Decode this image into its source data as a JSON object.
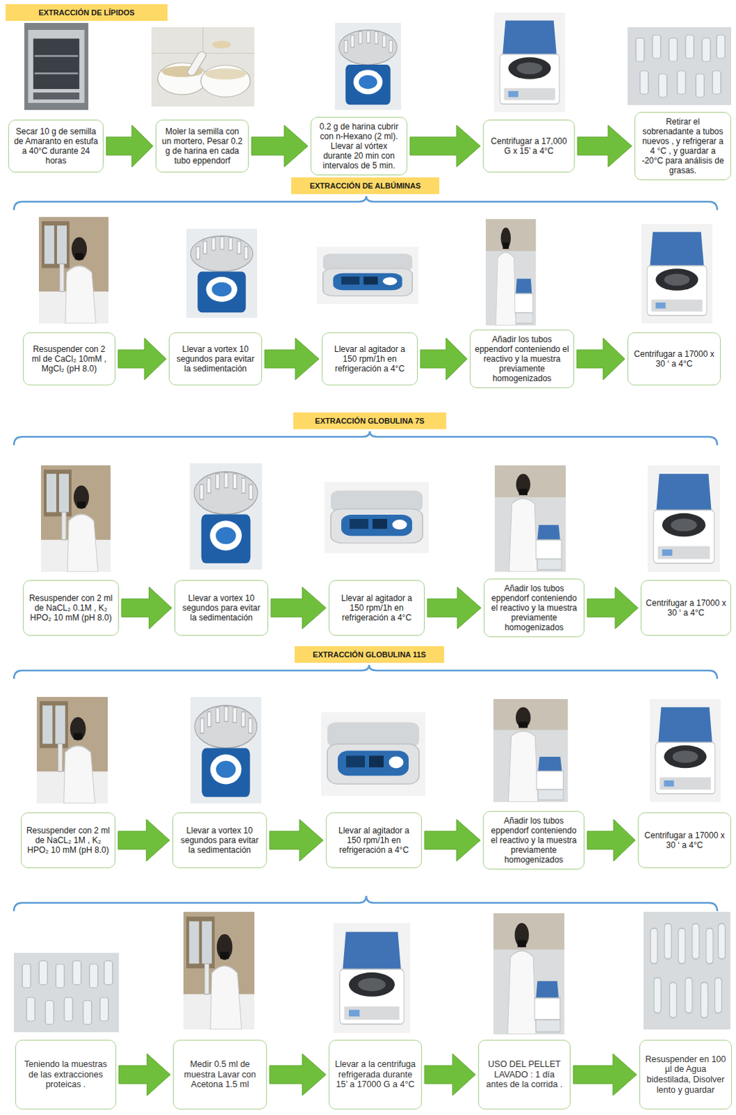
{
  "diagram": {
    "nodes": [
      {
        "text": [
          "EXTRACCIÓN DE LÍPIDOS"
        ]
      },
      {
        "text": [
          "Secar 10 g de semilla de Amaranto en estufa a 40°C durante 24 horas"
        ]
      },
      {
        "text": [
          "Moler la semilla con un mortero, Pesar 0.2 g de harina en cada tubo eppendorf"
        ]
      },
      {
        "text": [
          "0.2 g de harina cubrir con n-Hexano (2 ml). Llevar al vórtex durante 20 min con intervalos de 5 min."
        ]
      },
      {
        "text": [
          "Centrifugar a 17,000 G x 15’ a 4°C"
        ]
      },
      {
        "text": [
          "Retirar el sobrenadante a tubos nuevos , y refrigerar a 4 °C , y guardar a -20°C para análisis de grasas."
        ]
      },
      {
        "text": [
          "EXTRACCIÓN DE ALBÚMINAS"
        ]
      },
      {
        "text": [
          "Resuspender con 2 ml de CaCl₂ 10mM , MgCl₂ (pH 8.0)"
        ]
      },
      {
        "text": [
          "Llevar a vortex 10 segundos para evitar la sedimentación"
        ]
      },
      {
        "text": [
          "Llevar al agitador a 150 rpm/1h en refrigeración a 4°C"
        ]
      },
      {
        "text": [
          "Añadir los tubos eppendorf conteniendo el reactivo y la muestra previamente homogenizados"
        ]
      },
      {
        "text": [
          "Centrifugar a 17000 x 30 ‘ a 4°C"
        ]
      },
      {
        "text": [
          "EXTRACCIÓN GLOBULINA 7S"
        ]
      },
      {
        "text": [
          "Resuspender con 2 ml de NaCL₂ 0.1M , K₂ HPO₂ 10 mM (pH 8.0)"
        ]
      },
      {
        "text": [
          "Llevar a vortex 10 segundos para evitar la sedimentación"
        ]
      },
      {
        "text": [
          "Llevar al agitador a 150 rpm/1h en refrigeración a 4°C"
        ]
      },
      {
        "text": [
          "Añadir los tubos eppendorf conteniendo el reactivo y la muestra previamente homogenizados"
        ]
      },
      {
        "text": [
          "Centrifugar a 17000 x 30 ‘ a 4°C"
        ]
      },
      {
        "text": [
          "EXTRACCIÓN GLOBULINA 11S"
        ]
      },
      {
        "text": [
          "Resuspender con 2 ml de NaCL₂ 1M , K₂ HPO₂ 10 mM (pH 8.0)"
        ]
      },
      {
        "text": [
          "Llevar a vortex 10 segundos para evitar la sedimentación"
        ]
      },
      {
        "text": [
          "Llevar al agitador a 150 rpm/1h en refrigeración a 4°C"
        ]
      },
      {
        "text": [
          "Añadir los tubos eppendorf conteniendo el reactivo y la muestra previamente homogenizados"
        ]
      },
      {
        "text": [
          "Centrifugar a 17000 x 30 ‘ a 4°C"
        ]
      },
      {
        "text": [
          "Teniendo la muestras de las extracciones proteicas ."
        ]
      },
      {
        "text": [
          "Medir 0.5 ml de muestra Lavar con Acetona 1.5 ml"
        ]
      },
      {
        "text": [
          "Llevar a la centrifuga refrigerada durante 15’ a 17000 G a 4°C"
        ]
      },
      {
        "text": [
          "USO DEL PELLET LAVADO : 1 día antes de la corrida ."
        ]
      },
      {
        "text": [
          "Resuspender en 100 µl de Agua bidestilada, Disolver lento y guardar"
        ]
      }
    ],
    "edges": [
      {
        "from": 1,
        "to": 2,
        "arrow": "to"
      },
      {
        "from": 2,
        "to": 3,
        "arrow": "to"
      },
      {
        "from": 3,
        "to": 4,
        "arrow": "to"
      },
      {
        "from": 4,
        "to": 5,
        "arrow": "to"
      },
      {
        "from": 7,
        "to": 8,
        "arrow": "to"
      },
      {
        "from": 8,
        "to": 9,
        "arrow": "to"
      },
      {
        "from": 9,
        "to": 10,
        "arrow": "to"
      },
      {
        "from": 10,
        "to": 11,
        "arrow": "to"
      },
      {
        "from": 13,
        "to": 14,
        "arrow": "to"
      },
      {
        "from": 14,
        "to": 15,
        "arrow": "to"
      },
      {
        "from": 15,
        "to": 16,
        "arrow": "to"
      },
      {
        "from": 16,
        "to": 17,
        "arrow": "to"
      },
      {
        "from": 19,
        "to": 20,
        "arrow": "to"
      },
      {
        "from": 20,
        "to": 21,
        "arrow": "to"
      },
      {
        "from": 21,
        "to": 22,
        "arrow": "to"
      },
      {
        "from": 22,
        "to": 23,
        "arrow": "to"
      },
      {
        "from": 24,
        "to": 25,
        "arrow": "to"
      },
      {
        "from": 25,
        "to": 26,
        "arrow": "to"
      },
      {
        "from": 26,
        "to": 27,
        "arrow": "to"
      },
      {
        "from": 27,
        "to": 28,
        "arrow": "to"
      }
    ]
  }
}
